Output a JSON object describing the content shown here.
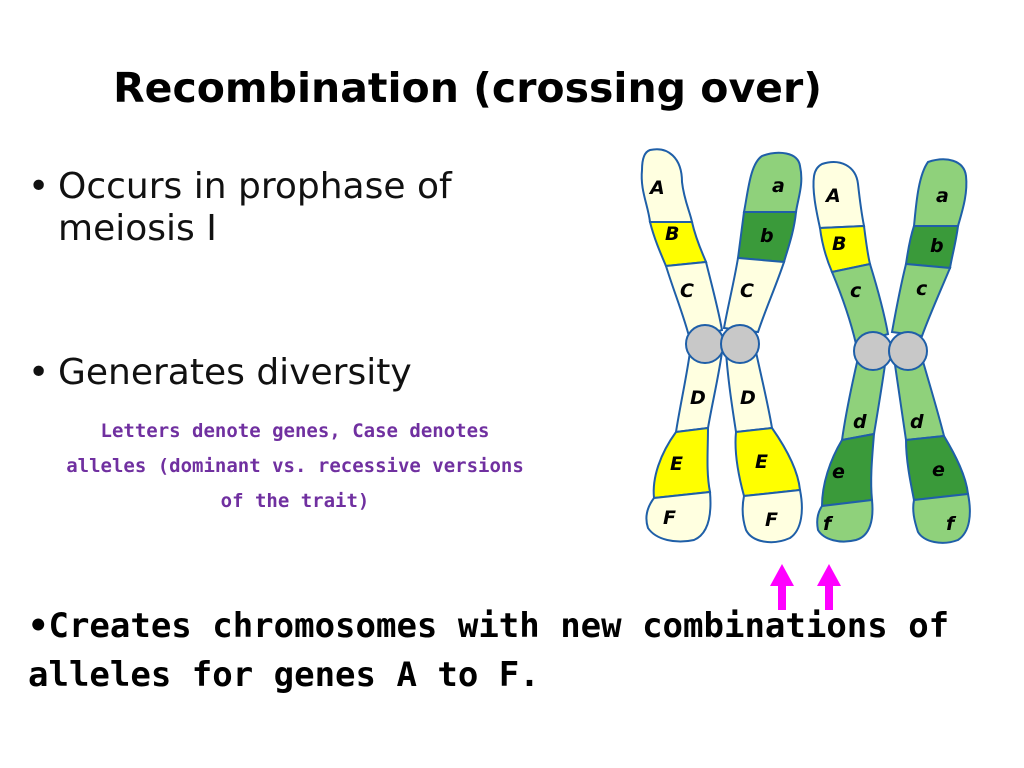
{
  "title": "Recombination (crossing over)",
  "bullets": [
    "Occurs in prophase of meiosis I",
    "Generates diversity"
  ],
  "bullet_symbol": "•",
  "note": "Letters denote genes, Case denotes alleles (dominant vs. recessive versions of the trait)",
  "bottom_text": "•Creates chromosomes with new combinations of alleles for genes A to F.",
  "colors": {
    "dominant_yellow": "#ffff00",
    "cream": "#ffffe0",
    "light_green": "#8fd17b",
    "dark_green": "#3a9a3a",
    "outline_blue": "#1f5fa8",
    "centromere_gray": "#c8c8c8",
    "arrow_magenta": "#ff00ff",
    "note_purple": "#7030a0"
  },
  "chromosomes": {
    "left_pair": {
      "chromatid_1": [
        "A",
        "B",
        "C",
        "D",
        "E",
        "F"
      ],
      "chromatid_2": [
        "a",
        "b",
        "C",
        "D",
        "E",
        "F"
      ]
    },
    "right_pair": {
      "chromatid_3": [
        "A",
        "B",
        "c",
        "d",
        "e",
        "f"
      ],
      "chromatid_4": [
        "a",
        "b",
        "c",
        "d",
        "e",
        "f"
      ]
    }
  }
}
